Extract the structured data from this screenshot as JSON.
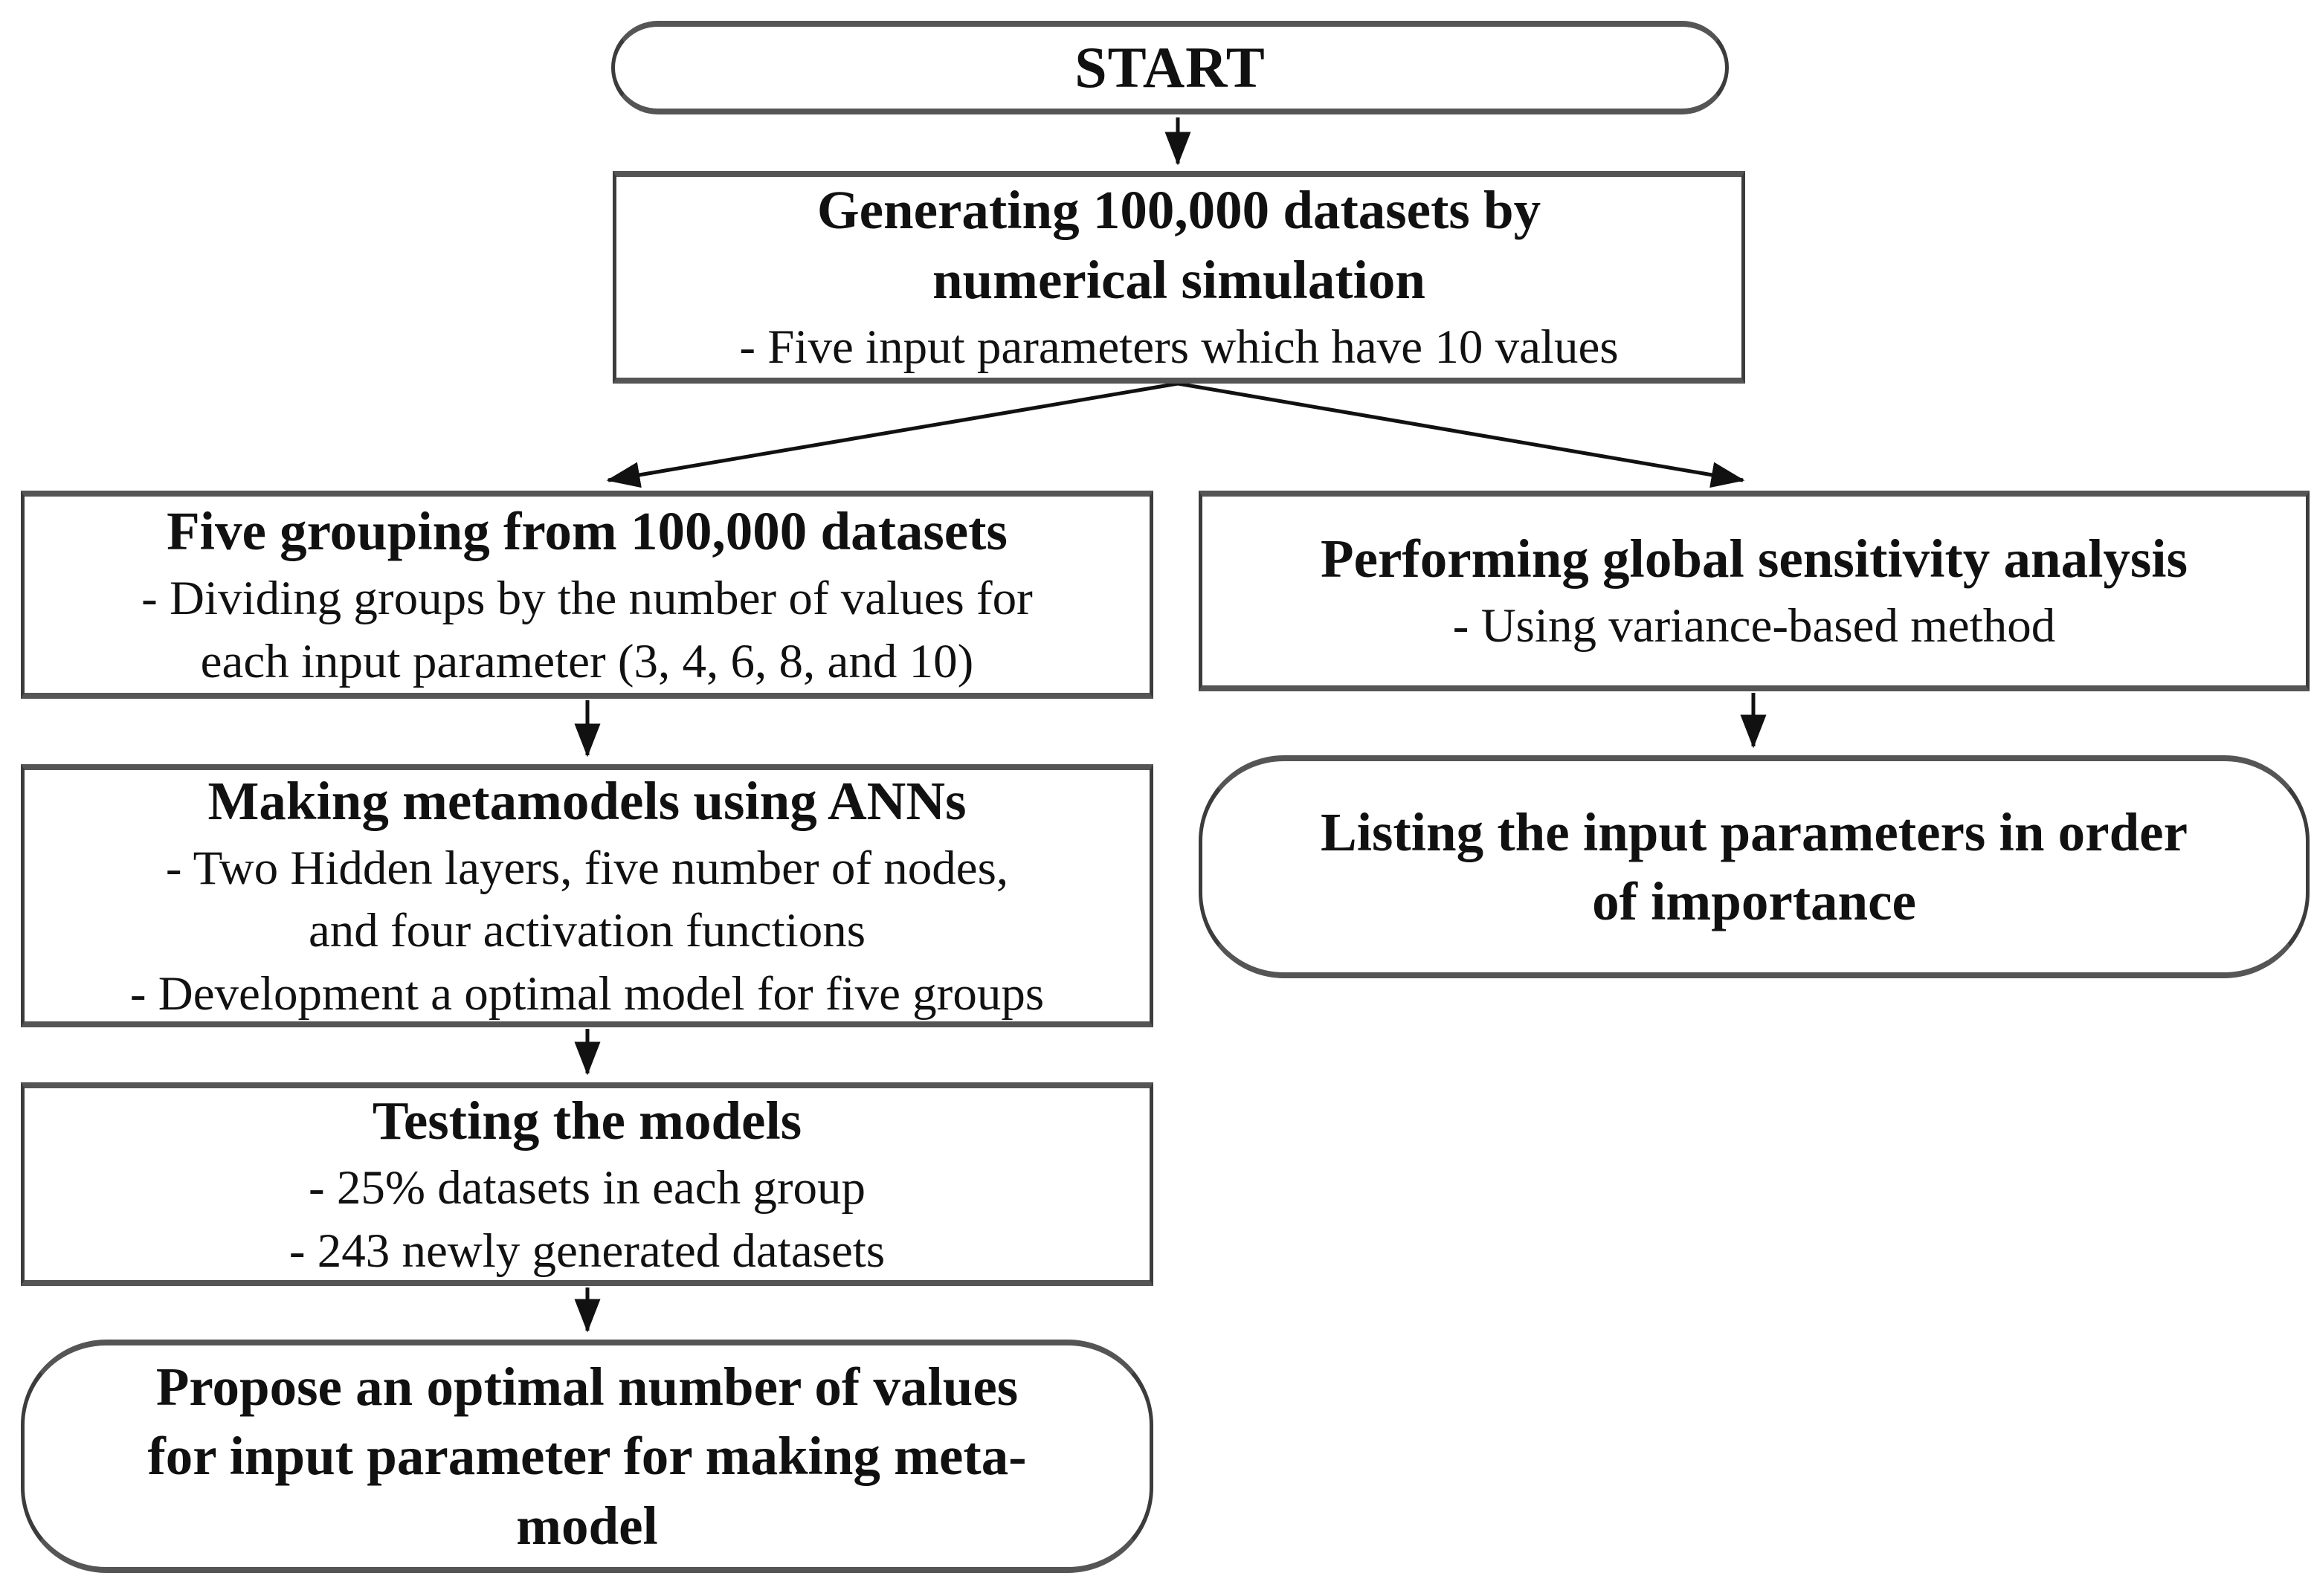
{
  "colors": {
    "background": "#ffffff",
    "box_fill": "#ffffff",
    "box_border": "#3c3c3c",
    "text": "#111111",
    "arrow": "#111111"
  },
  "nodes": {
    "start": {
      "title": "START"
    },
    "generate": {
      "title": "Generating 100,000 datasets by\nnumerical simulation",
      "details": "- Five input parameters which have 10 values"
    },
    "grouping": {
      "title": "Five grouping from 100,000 datasets",
      "details": "- Dividing groups by the number of values for\neach input parameter (3, 4, 6, 8, and 10)"
    },
    "sensitivity": {
      "title": "Performing global sensitivity analysis",
      "details": "- Using variance-based method"
    },
    "metamodels": {
      "title": "Making metamodels using ANNs",
      "details": "- Two Hidden layers, five number of nodes,\nand four activation functions\n- Development a optimal model for five groups"
    },
    "listing": {
      "title": "Listing the input parameters in order\nof importance"
    },
    "testing": {
      "title": "Testing the models",
      "details": "- 25% datasets in each group\n- 243 newly generated datasets"
    },
    "propose": {
      "title": "Propose an optimal number of values\nfor input parameter for making meta-\nmodel"
    }
  }
}
